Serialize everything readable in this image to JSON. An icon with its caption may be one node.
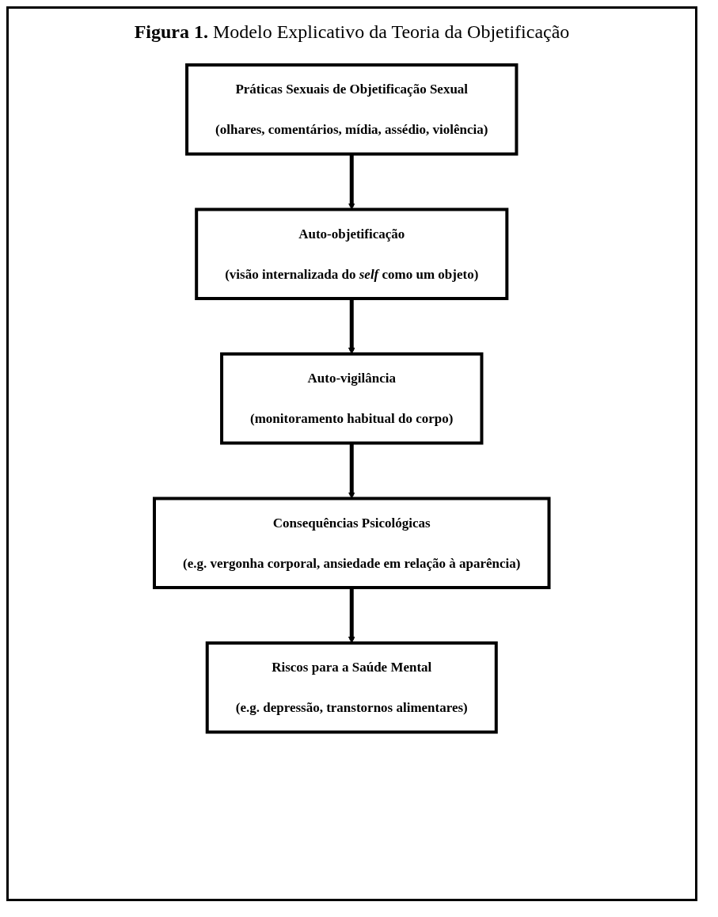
{
  "diagram": {
    "title": "**Figura 1.** Modelo Explicativo da Teoria da Objetificação",
    "nodes": [
      {
        "text": [
          "Práticas Sexuais de Objetificação Sexual",
          "(olhares, comentários, mídia, assédio, violência)"
        ]
      },
      {
        "text": [
          "Auto-objetificação",
          "(visão internalizada do *self* como um objeto)"
        ]
      },
      {
        "text": [
          "Auto-vigilância",
          "(monitoramento habitual do corpo)"
        ]
      },
      {
        "text": [
          "Consequências Psicológicas",
          "(e.g. vergonha corporal, ansiedade em relação à aparência)"
        ]
      },
      {
        "text": [
          "Riscos para a Saúde Mental",
          "(e.g. depressão, transtornos alimentares)"
        ]
      }
    ],
    "edges": [
      {
        "from": 0,
        "to": 1,
        "arrow": "to"
      },
      {
        "from": 1,
        "to": 2,
        "arrow": "to"
      },
      {
        "from": 2,
        "to": 3,
        "arrow": "to"
      },
      {
        "from": 3,
        "to": 4,
        "arrow": "to"
      }
    ]
  }
}
